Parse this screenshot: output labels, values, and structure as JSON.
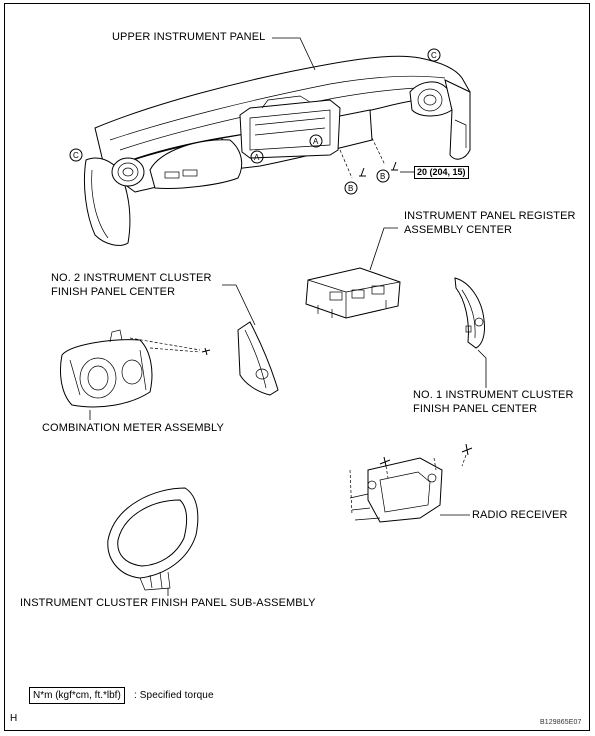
{
  "labels": {
    "upper_panel": "UPPER INSTRUMENT PANEL",
    "register_line1": "INSTRUMENT PANEL REGISTER",
    "register_line2": "ASSEMBLY CENTER",
    "no2_line1": "NO. 2 INSTRUMENT CLUSTER",
    "no2_line2": "FINISH PANEL CENTER",
    "no1_line1": "NO. 1 INSTRUMENT CLUSTER",
    "no1_line2": "FINISH PANEL CENTER",
    "meter": "COMBINATION METER ASSEMBLY",
    "radio": "RADIO RECEIVER",
    "cluster_sub": "INSTRUMENT CLUSTER FINISH PANEL SUB-ASSEMBLY"
  },
  "callouts": {
    "a": "A",
    "b": "B",
    "c": "C"
  },
  "torque": "20 (204, 15)",
  "legend": {
    "box": "N*m (kgf*cm, ft.*lbf)",
    "text": ": Specified torque"
  },
  "footer": {
    "left": "H",
    "code": "B129865E07"
  }
}
